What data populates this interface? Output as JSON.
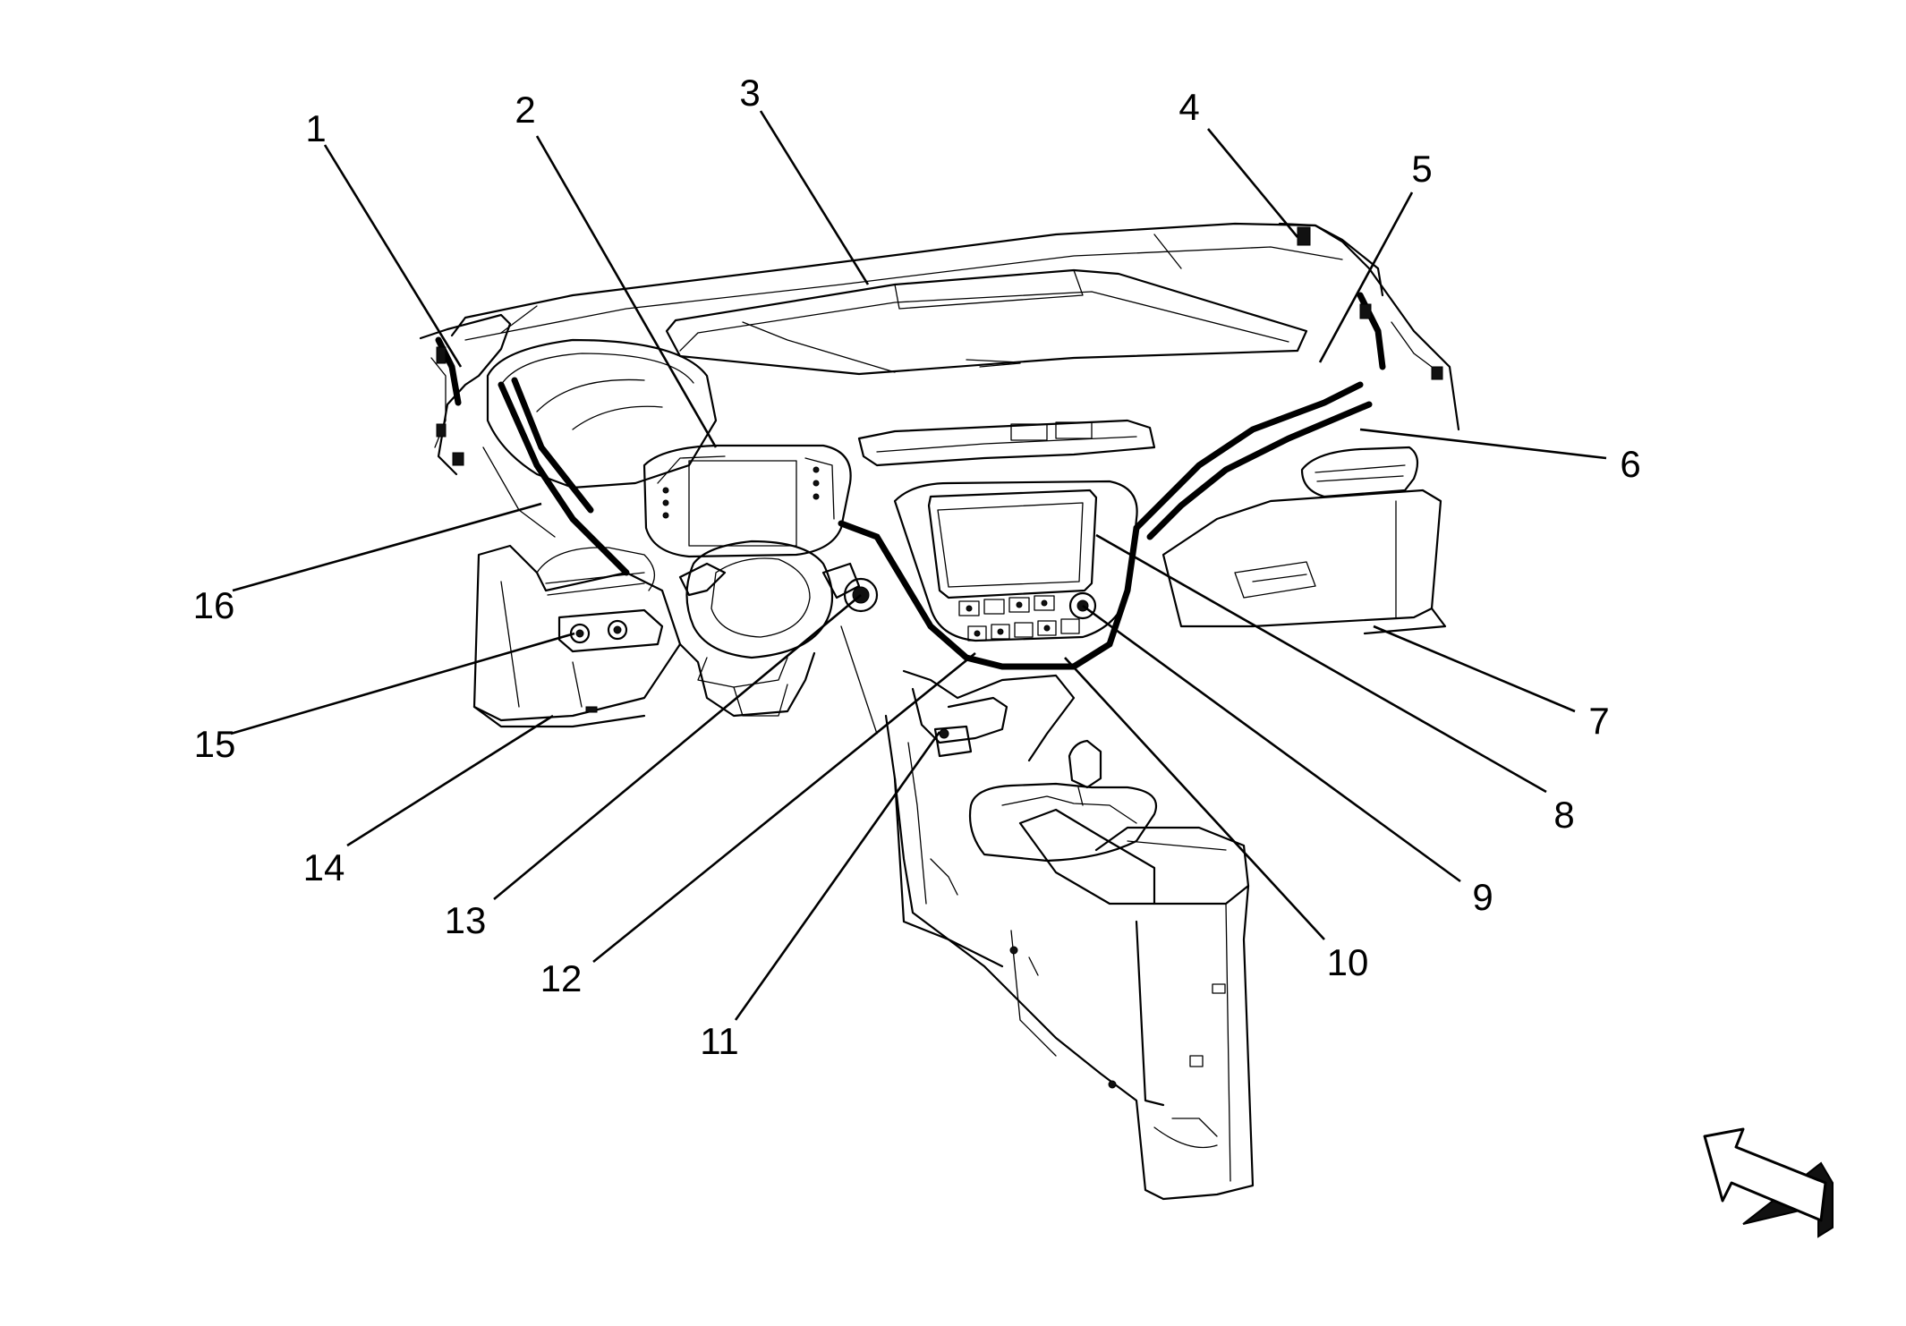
{
  "callouts": [
    {
      "id": "1",
      "label": "1"
    },
    {
      "id": "2",
      "label": "2"
    },
    {
      "id": "3",
      "label": "3"
    },
    {
      "id": "4",
      "label": "4"
    },
    {
      "id": "5",
      "label": "5"
    },
    {
      "id": "6",
      "label": "6"
    },
    {
      "id": "7",
      "label": "7"
    },
    {
      "id": "8",
      "label": "8"
    },
    {
      "id": "9",
      "label": "9"
    },
    {
      "id": "10",
      "label": "10"
    },
    {
      "id": "11",
      "label": "11"
    },
    {
      "id": "12",
      "label": "12"
    },
    {
      "id": "13",
      "label": "13"
    },
    {
      "id": "14",
      "label": "14"
    },
    {
      "id": "15",
      "label": "15"
    },
    {
      "id": "16",
      "label": "16"
    }
  ],
  "orientation_arrow": {
    "icon": "forward-direction-arrow-icon"
  },
  "colors": {
    "line": "#000000",
    "background": "#ffffff"
  }
}
